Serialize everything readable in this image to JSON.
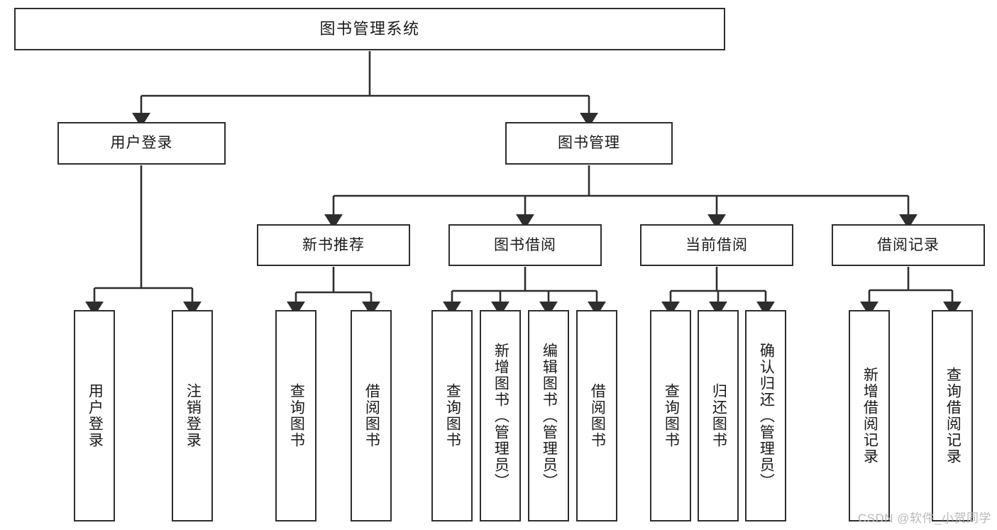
{
  "diagram": {
    "kind": "tree",
    "title": "图书管理系统",
    "watermark": "CSDN @软件_小贺同学",
    "colors": {
      "stroke": "#2e2e2e",
      "fill": "#ffffff",
      "text": "#1a1a1a",
      "watermark": "#b9b9b9"
    },
    "levels": {
      "root": {
        "label": "图书管理系统"
      },
      "level2": [
        {
          "label": "用户登录"
        },
        {
          "label": "图书管理"
        }
      ],
      "level3": [
        {
          "label": "新书推荐"
        },
        {
          "label": "图书借阅"
        },
        {
          "label": "当前借阅"
        },
        {
          "label": "借阅记录"
        }
      ],
      "leaves": [
        {
          "label": "用户登录",
          "parent": "用户登录"
        },
        {
          "label": "注销登录",
          "parent": "用户登录"
        },
        {
          "label": "查询图书",
          "parent": "新书推荐"
        },
        {
          "label": "借阅图书",
          "parent": "新书推荐"
        },
        {
          "label": "查询图书",
          "parent": "图书借阅"
        },
        {
          "label": "新增图书（管理员）",
          "parent": "图书借阅"
        },
        {
          "label": "编辑图书（管理员）",
          "parent": "图书借阅"
        },
        {
          "label": "借阅图书",
          "parent": "图书借阅"
        },
        {
          "label": "查询图书",
          "parent": "当前借阅"
        },
        {
          "label": "归还图书",
          "parent": "当前借阅"
        },
        {
          "label": "确认归还（管理员）",
          "parent": "当前借阅"
        },
        {
          "label": "新增借阅记录",
          "parent": "借阅记录"
        },
        {
          "label": "查询借阅记录",
          "parent": "借阅记录"
        }
      ]
    }
  }
}
